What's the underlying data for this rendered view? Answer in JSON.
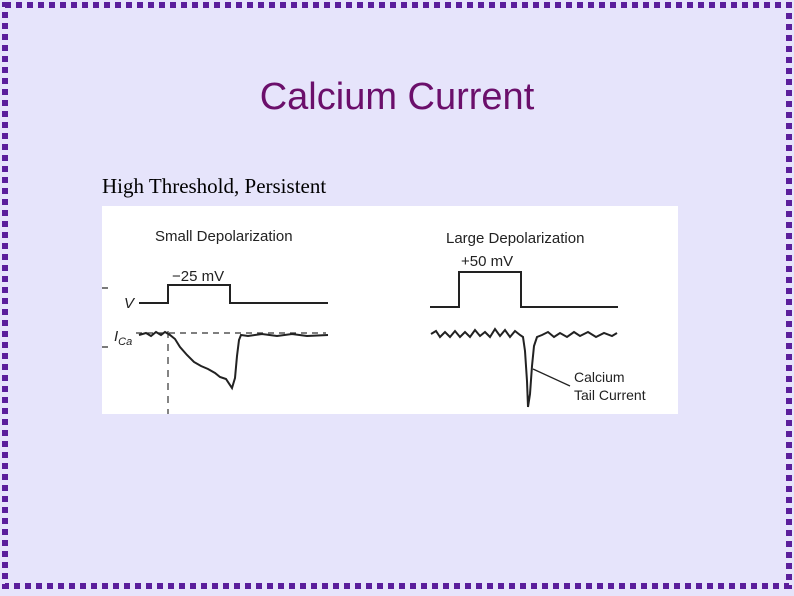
{
  "slide": {
    "title": "Calcium Current",
    "subtitle": "High Threshold, Persistent"
  },
  "figure": {
    "left_panel": {
      "heading": "Small Depolarization",
      "voltage_label": "−25 mV"
    },
    "right_panel": {
      "heading": "Large Depolarization",
      "voltage_label": "+50 mV"
    },
    "trace_labels": {
      "voltage": "V",
      "current_main": "I",
      "current_sub": "Ca"
    },
    "annotation": {
      "line1": "Calcium",
      "line2": "Tail Current"
    }
  },
  "colors": {
    "background": "#e6e4fb",
    "border": "#5b1e9c",
    "title": "#6b0f6b"
  }
}
